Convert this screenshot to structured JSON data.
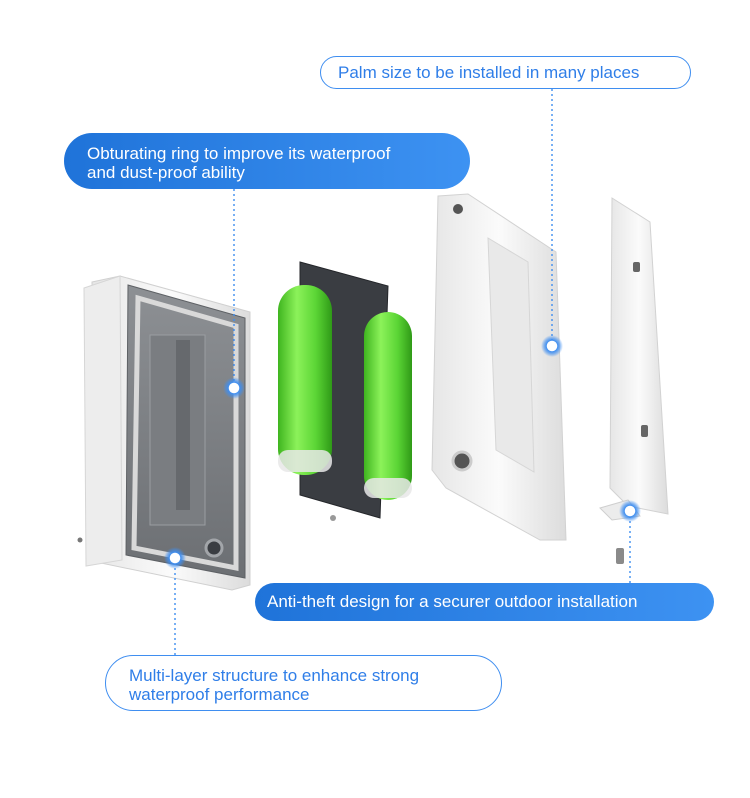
{
  "callouts": {
    "obturating_ring": {
      "line1": "Obturating ring to improve its waterproof",
      "line2": "and dust-proof ability"
    },
    "palm_size": "Palm size to be installed in many places",
    "anti_theft": "Anti-theft design for a securer outdoor installation",
    "multi_layer": {
      "line1": "Multi-layer structure to enhance strong",
      "line2": "waterproof performance"
    }
  },
  "colors": {
    "accent_blue": "#2f7ee8",
    "battery_green": "#5bd535",
    "device_white": "#f4f4f4",
    "tray_dark": "#3a3d42"
  }
}
